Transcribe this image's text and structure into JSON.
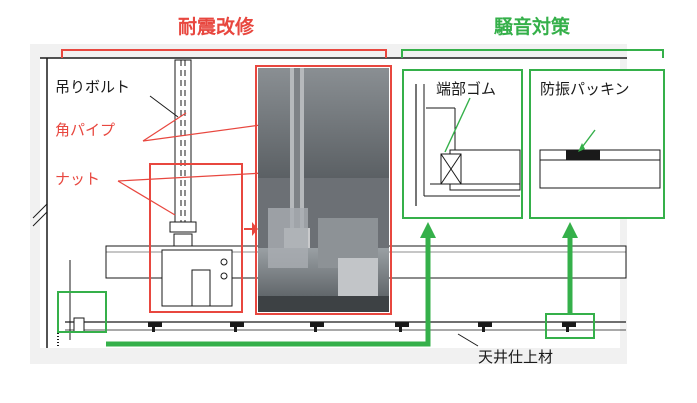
{
  "headings": {
    "seismic": "耐震改修",
    "noise": "騒音対策"
  },
  "labels": {
    "hanging_bolt": "吊りボルト",
    "square_pipe": "角パイプ",
    "nut": "ナット",
    "ceiling_finish": "天井仕上材",
    "rubber_end": "端部ゴム",
    "vibration_packing": "防振パッキン"
  },
  "colors": {
    "red": "#e8473f",
    "green": "#35b04a",
    "line": "#1a1a1a"
  }
}
